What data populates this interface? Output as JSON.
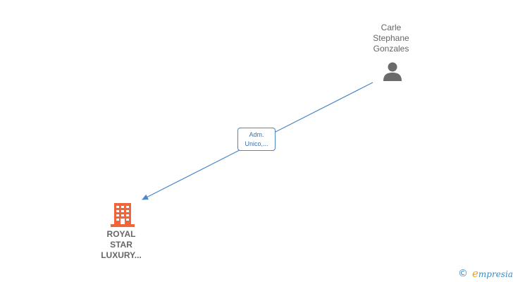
{
  "person": {
    "name_lines": [
      "Carle",
      "Stephane",
      "Gonzales"
    ],
    "icon": "person-icon"
  },
  "relation": {
    "label_lines": [
      "Adm.",
      "Unico,..."
    ]
  },
  "company": {
    "name_lines": [
      "ROYAL",
      "STAR",
      "LUXURY..."
    ],
    "icon": "building-icon"
  },
  "brand": {
    "copyright_symbol": "©",
    "initial": "e",
    "rest": "mpresia"
  },
  "colors": {
    "edge": "#4a86c8",
    "company_icon": "#f0663a",
    "person_icon": "#6b6b6b",
    "label_text": "#666666",
    "brand": "#3b8bc4"
  }
}
